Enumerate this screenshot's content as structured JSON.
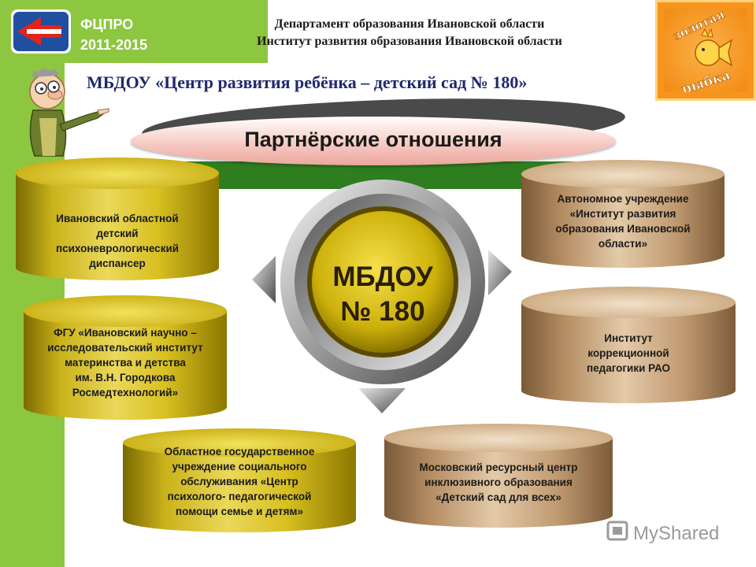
{
  "logo": {
    "abbr": "ФЦПРО",
    "years": "2011-2015"
  },
  "header": {
    "line1": "Департамент образования Ивановской области",
    "line2": "Институт развития образования Ивановской области"
  },
  "subtitle": "МБДОУ «Центр развития ребёнка – детский сад № 180»",
  "badge": {
    "line1": "золотая",
    "line2": "рыбка"
  },
  "banner": "Партнёрские отношения",
  "center": {
    "line1": "МБДОУ",
    "line2": "№ 180"
  },
  "partners": [
    {
      "lines": [
        "Ивановский областной",
        "детский",
        "психоневрологический",
        "диспансер"
      ]
    },
    {
      "lines": [
        "ФГУ «Ивановский научно –",
        "исследовательский институт",
        "материнства и детства",
        "им. В.Н. Городкова",
        "Росмедтехнологий»"
      ]
    },
    {
      "lines": [
        "Областное государственное",
        "учреждение социального",
        "обслуживания «Центр",
        "психолого- педагогической",
        "помощи семье и детям»"
      ]
    },
    {
      "lines": [
        "Автономное учреждение",
        "«Институт развития",
        "образования Ивановской",
        "области»"
      ]
    },
    {
      "lines": [
        "Институт",
        "коррекционной",
        "педагогики РАО"
      ]
    },
    {
      "lines": [
        "Московский ресурсный центр",
        "инклюзивного образования",
        "«Детский сад для всех»"
      ]
    }
  ],
  "watermark": "MyShared",
  "colors": {
    "green": "#8dc63f",
    "gold": "#d8c020",
    "brown": "#c19b72",
    "navy": "#1f2a6e",
    "orange": "#f7941d"
  }
}
